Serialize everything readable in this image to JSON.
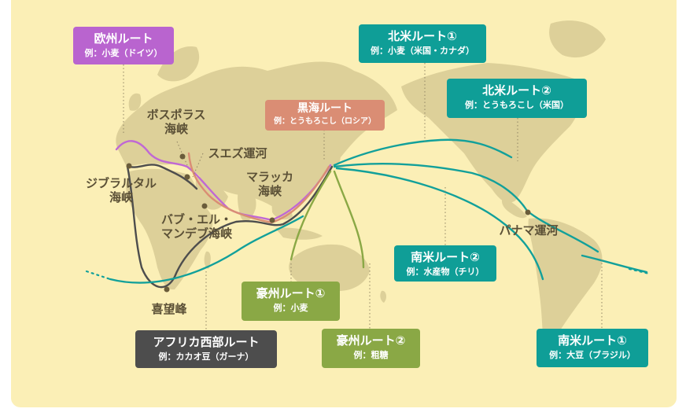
{
  "colors": {
    "background": "#fbefb6",
    "land": "#ddd099",
    "europe_route": "#c068d4",
    "north_america_route": "#12a09a",
    "black_sea_route": "#da8d74",
    "australia_route": "#8aa845",
    "africa_route": "#4d4d4d",
    "south_america_route": "#12a09a",
    "label_text": "#5b5036"
  },
  "routes": [
    {
      "id": "europe",
      "title": "欧州ルート",
      "example": "例：小麦（ドイツ）"
    },
    {
      "id": "na1",
      "title": "北米ルート①",
      "example": "例：小麦（米国・カナダ）"
    },
    {
      "id": "na2",
      "title": "北米ルート②",
      "example": "例：とうもろこし（米国）"
    },
    {
      "id": "blacksea",
      "title": "黒海ルート",
      "example": "例：とうもろこし（ロシア）"
    },
    {
      "id": "sa2",
      "title": "南米ルート②",
      "example": "例：水産物（チリ）"
    },
    {
      "id": "au1",
      "title": "豪州ルート①",
      "example": "例：小麦"
    },
    {
      "id": "au2",
      "title": "豪州ルート②",
      "example": "例：粗糖"
    },
    {
      "id": "africa",
      "title": "アフリカ西部ルート",
      "example": "例：カカオ豆（ガーナ）"
    },
    {
      "id": "sa1",
      "title": "南米ルート①",
      "example": "例：大豆（ブラジル）"
    }
  ],
  "places": {
    "bosporus": "ボスポラス\n海峡",
    "suez": "スエズ運河",
    "gibraltar": "ジブラルタル\n海峡",
    "malacca": "マラッカ\n海峡",
    "bab": "バブ・エル・\nマンデブ海峡",
    "panama": "パナマ運河",
    "cape": "喜望峰"
  }
}
